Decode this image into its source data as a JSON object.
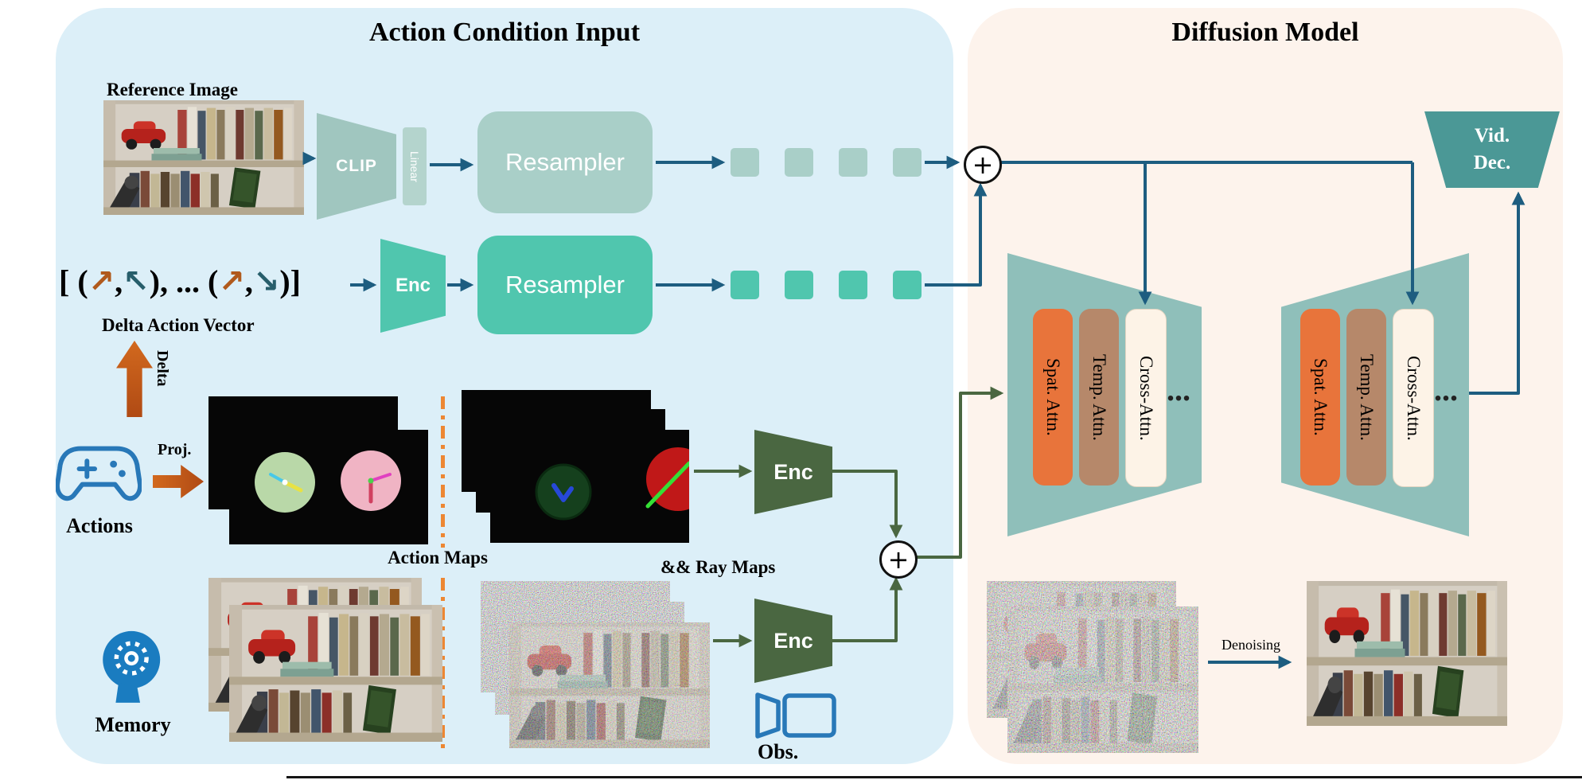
{
  "left_panel": {
    "title": "Action Condition Input",
    "reference_image_label": "Reference Image",
    "clip_label": "CLIP",
    "linear_label": "Linear",
    "resampler_top_label": "Resampler",
    "resampler_mid_label": "Resampler",
    "enc_action_label": "Enc",
    "action_vector": {
      "open": "[ (",
      "arrow1": "↗",
      "comma1": ",",
      "arrow2": "↖",
      "mid": "), ... (",
      "arrow3": "↗",
      "comma2": ",",
      "arrow4": "↘",
      "close": ")]"
    },
    "delta_action_vector_label": "Delta Action Vector",
    "delta_label": "Delta",
    "proj_label": "Proj.",
    "actions_label": "Actions",
    "action_maps_label": "Action Maps",
    "ray_maps_label": "&& Ray Maps",
    "enc_ray_label": "Enc",
    "enc_obs_label": "Enc",
    "memory_label": "Memory",
    "obs_label": "Obs.",
    "plus_symbol": "+"
  },
  "right_panel": {
    "title": "Diffusion Model",
    "plus_symbol": "+",
    "unet_blocks": [
      {
        "label": "Spat. Attn."
      },
      {
        "label": "Temp. Attn."
      },
      {
        "label": "Cross-Attn."
      }
    ],
    "ellipsis": "...",
    "vid_dec": {
      "line1": "Vid.",
      "line2": "Dec."
    },
    "denoising_label": "Denoising"
  },
  "colors": {
    "left_panel_bg": "#dceff8",
    "right_panel_bg": "#fdf3ec",
    "teal": "#50c6ae",
    "muted_teal": "#a9cfc8",
    "clip_fill": "#a0c6bf",
    "unet_fill": "#8fbfba",
    "spat_attn": "#e8743b",
    "temp_attn": "#b6886a",
    "cross_attn": "#fdf3e7",
    "enc_green": "#4a6741",
    "arrow_blue": "#1d5d80",
    "arrow_green": "#4a6741",
    "accent_orange": "#c75f28",
    "divider_orange": "#ed8733",
    "vid_dec_fill": "#4b9896",
    "icon_blue": "#2878b8"
  }
}
